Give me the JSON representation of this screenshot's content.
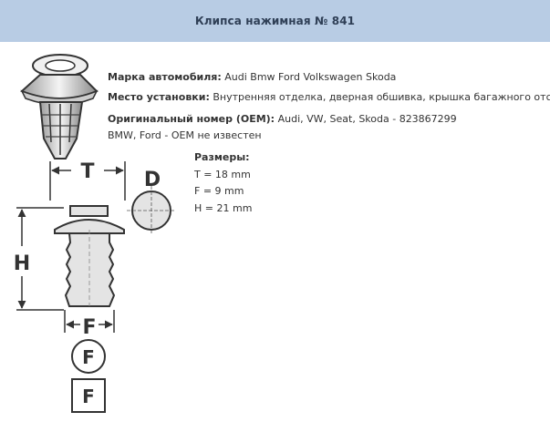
{
  "page": {
    "title": "Клипса нажимная № 841"
  },
  "details": {
    "brand_label": "Марка автомобиля:",
    "brand_value": "Audi Bmw Ford Volkswagen Skoda",
    "location_label": "Место установки:",
    "location_value": "Внутренняя отделка, дверная обшивка, крышка багажного отсека",
    "oem_label": "Оригинальный номер (OEM):",
    "oem_value": "Audi, VW, Seat, Skoda - 823867299",
    "oem_note": "BMW, Ford - OEM не известен"
  },
  "dimensions": {
    "heading": "Размеры:",
    "items": [
      "T = 18 mm",
      "F = 9 mm",
      "H = 21 mm"
    ]
  },
  "drawing": {
    "label_t": "T",
    "label_d": "D",
    "label_h": "H",
    "label_f": "F",
    "label_f_round": "F",
    "label_f_square": "F"
  },
  "colors": {
    "header_bg": "#b8cce4",
    "title_text": "#2f3f56",
    "clip_fill": "#e4e4e4",
    "outline": "#333333"
  }
}
